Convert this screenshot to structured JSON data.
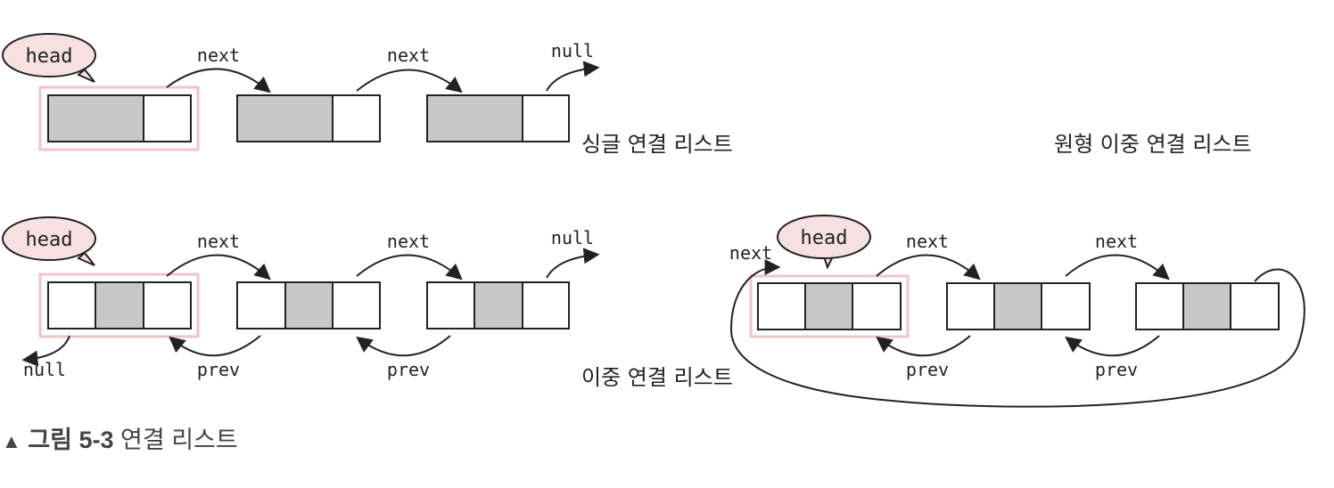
{
  "labels": {
    "head": "head",
    "next": "next",
    "prev": "prev",
    "null": "null",
    "singly_list": "싱글 연결 리스트",
    "doubly_list": "이중 연결 리스트",
    "circular_doubly_list": "원형 이중 연결 리스트"
  },
  "caption": {
    "marker": "▲",
    "figure": "그림 5-3",
    "title": "연결 리스트"
  },
  "colors": {
    "node_border": "#222222",
    "data_fill": "#c8c8c8",
    "head_highlight": "#f2c4c8",
    "bubble_fill": "#f6e0e2"
  }
}
